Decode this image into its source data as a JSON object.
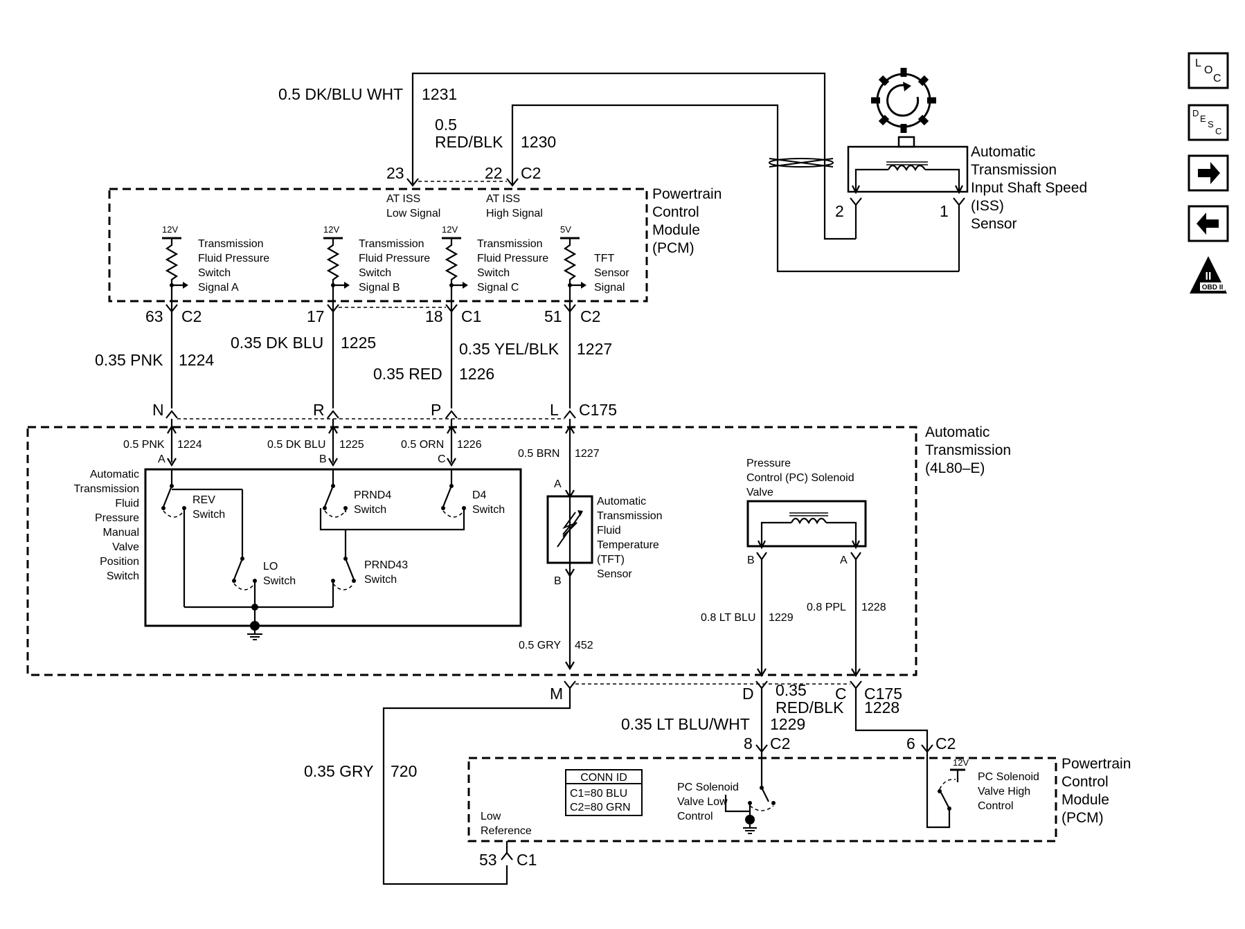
{
  "iss_sensor": {
    "label_lines": [
      "Automatic",
      "Transmission",
      "Input Shaft Speed",
      "(ISS)",
      "Sensor"
    ],
    "pin1": "1",
    "pin2": "2"
  },
  "top_wires": {
    "w1231": {
      "gauge": "0.5 DK/BLU WHT",
      "circuit": "1231"
    },
    "w1230": {
      "gauge1": "0.5",
      "gauge2": "RED/BLK",
      "circuit": "1230"
    },
    "pin23": "23",
    "pin22": "22",
    "conn_c2": "C2",
    "iss_low": [
      "AT ISS",
      "Low Signal"
    ],
    "iss_high": [
      "AT ISS",
      "High Signal"
    ]
  },
  "pcm_top": {
    "label_lines": [
      "Powertrain",
      "Control",
      "Module",
      "(PCM)"
    ],
    "inputs": [
      {
        "volt": "12V",
        "lines": [
          "Transmission",
          "Fluid Pressure",
          "Switch",
          "Signal A"
        ]
      },
      {
        "volt": "12V",
        "lines": [
          "Transmission",
          "Fluid Pressure",
          "Switch",
          "Signal B"
        ]
      },
      {
        "volt": "12V",
        "lines": [
          "Transmission",
          "Fluid Pressure",
          "Switch",
          "Signal C"
        ]
      },
      {
        "volt": "5V",
        "lines": [
          "TFT",
          "Sensor",
          "Signal"
        ]
      }
    ],
    "pins": [
      {
        "pin": "63",
        "conn": "C2"
      },
      {
        "pin": "17",
        "conn": ""
      },
      {
        "pin": "18",
        "conn": "C1"
      },
      {
        "pin": "51",
        "conn": "C2"
      }
    ]
  },
  "mid_wires": [
    {
      "gauge": "0.35 PNK",
      "circuit": "1224"
    },
    {
      "gauge": "0.35 DK BLU",
      "circuit": "1225"
    },
    {
      "gauge": "0.35 RED",
      "circuit": "1226"
    },
    {
      "gauge": "0.35 YEL/BLK",
      "circuit": "1227"
    }
  ],
  "c175_top": {
    "pins": [
      "N",
      "R",
      "P",
      "L"
    ],
    "conn": "C175"
  },
  "transmission": {
    "label_lines": [
      "Automatic",
      "Transmission",
      "(4L80–E)"
    ],
    "inner_wires": [
      {
        "gauge": "0.5 PNK",
        "circuit": "1224",
        "pin": "A"
      },
      {
        "gauge": "0.5 DK BLU",
        "circuit": "1225",
        "pin": "B"
      },
      {
        "gauge": "0.5 ORN",
        "circuit": "1226",
        "pin": "C"
      }
    ],
    "tft_wire_top": {
      "gauge": "0.5 BRN",
      "circuit": "1227",
      "pin": "A"
    },
    "tft_wire_bottom": {
      "gauge": "0.5 GRY",
      "circuit": "452",
      "pin": "B"
    },
    "switch_assembly_lines": [
      "Automatic",
      "Transmission",
      "Fluid",
      "Pressure",
      "Manual",
      "Valve",
      "Position",
      "Switch"
    ],
    "switches": {
      "rev": [
        "REV",
        "Switch"
      ],
      "prnd4": [
        "PRND4",
        "Switch"
      ],
      "d4": [
        "D4",
        "Switch"
      ],
      "lo": [
        "LO",
        "Switch"
      ],
      "prnd43": [
        "PRND43",
        "Switch"
      ]
    },
    "tft_lines": [
      "Automatic",
      "Transmission",
      "Fluid",
      "Temperature",
      "(TFT)",
      "Sensor"
    ],
    "pc_solenoid_lines": [
      "Pressure",
      "Control (PC) Solenoid",
      "Valve"
    ],
    "pc_pin_b": "B",
    "pc_pin_a": "A",
    "pc_wire_b": {
      "gauge": "0.8 LT BLU",
      "circuit": "1229"
    },
    "pc_wire_a": {
      "gauge": "0.8 PPL",
      "circuit": "1228"
    }
  },
  "c175_bottom": {
    "pin_m": "M",
    "pin_d": "D",
    "pin_c": "C",
    "conn": "C175",
    "wire_1228": {
      "gauge1": "0.35",
      "gauge2": "RED/BLK",
      "circuit": "1228"
    },
    "wire_1229": {
      "gauge": "0.35 LT BLU/WHT",
      "circuit": "1229"
    },
    "wire_720": {
      "gauge": "0.35 GRY",
      "circuit": "720"
    }
  },
  "pcm_bottom": {
    "label_lines": [
      "Powertrain",
      "Control",
      "Module",
      "(PCM)"
    ],
    "pin8": "8",
    "conn8": "C2",
    "pin6": "6",
    "conn6": "C2",
    "pin53": "53",
    "conn53": "C1",
    "conn_id_title": "CONN ID",
    "conn_id_rows": [
      "C1=80 BLU",
      "C2=80 GRN"
    ],
    "pc_low_lines": [
      "PC Solenoid",
      "Valve Low",
      "Control"
    ],
    "pc_high_lines": [
      "PC Solenoid",
      "Valve High",
      "Control"
    ],
    "pc_high_volt": "12V",
    "low_ref_lines": [
      "Low",
      "Reference"
    ]
  },
  "nav": {
    "loc": {
      "l1": "L",
      "l2": "O",
      "l3": "C"
    },
    "desc": {
      "l1": "D",
      "l2": "E",
      "l3": "S",
      "l4": "C"
    },
    "next_icon": "arrow-right-icon",
    "prev_icon": "arrow-left-icon",
    "obd": {
      "big": "II",
      "small": "OBD II"
    }
  }
}
